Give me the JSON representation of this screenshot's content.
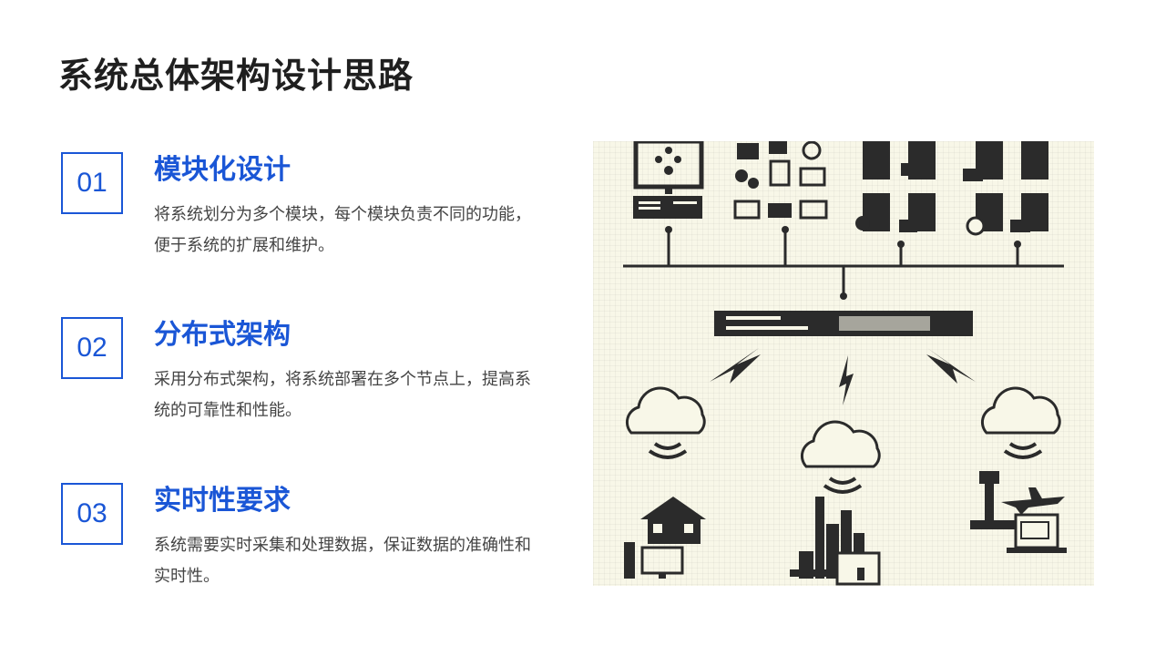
{
  "title": "系统总体架构设计思路",
  "items": [
    {
      "number": "01",
      "heading": "模块化设计",
      "description": "将系统划分为多个模块，每个模块负责不同的功能，便于系统的扩展和维护。"
    },
    {
      "number": "02",
      "heading": "分布式架构",
      "description": "采用分布式架构，将系统部署在多个节点上，提高系统的可靠性和性能。"
    },
    {
      "number": "03",
      "heading": "实时性要求",
      "description": "系统需要实时采集和处理数据，保证数据的准确性和实时性。"
    }
  ],
  "colors": {
    "accent": "#1a56d6",
    "title": "#1f1f1f",
    "text": "#444444",
    "illustration_bg": "#f8f7e8",
    "icon": "#2b2b2b"
  },
  "illustration": {
    "icons": [
      "computer-icon",
      "file-types-icon",
      "server-rack-icon",
      "network-switch-icon",
      "lightning-icon",
      "cloud-icon",
      "wifi-icon",
      "house-icon",
      "city-icon",
      "airport-tower-icon",
      "airplane-icon",
      "laptop-icon",
      "desktop-icon",
      "tablet-touch-icon"
    ]
  }
}
